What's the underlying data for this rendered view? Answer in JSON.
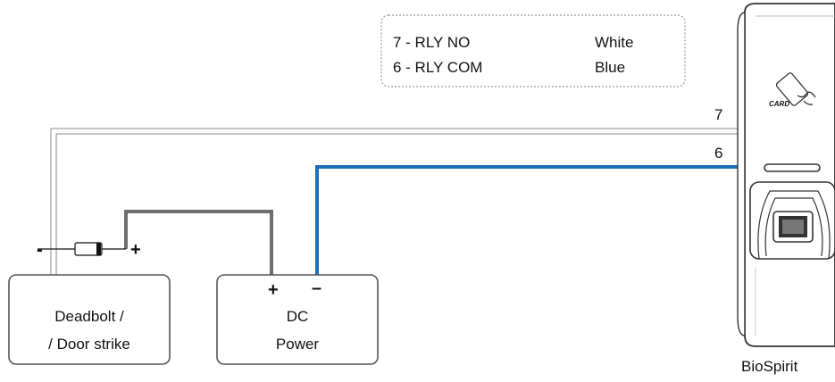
{
  "legend": {
    "rows": [
      {
        "pin": "7 -  RLY  NO",
        "color": "White"
      },
      {
        "pin": "6 -  RLY  COM",
        "color": "Blue"
      }
    ]
  },
  "wires": {
    "white_label": "7",
    "blue_label": "6",
    "blue_color": "#1b6eb7",
    "gray_color": "#6e6e6e"
  },
  "deadbolt": {
    "line1": "Deadbolt  /",
    "line2": "/ Door  strike",
    "minus": "-",
    "plus": "+"
  },
  "dc_power": {
    "line1": "DC",
    "line2": "Power",
    "plus": "+",
    "minus": "–"
  },
  "device": {
    "name": "BioSpirit",
    "card_text": "CARD"
  }
}
